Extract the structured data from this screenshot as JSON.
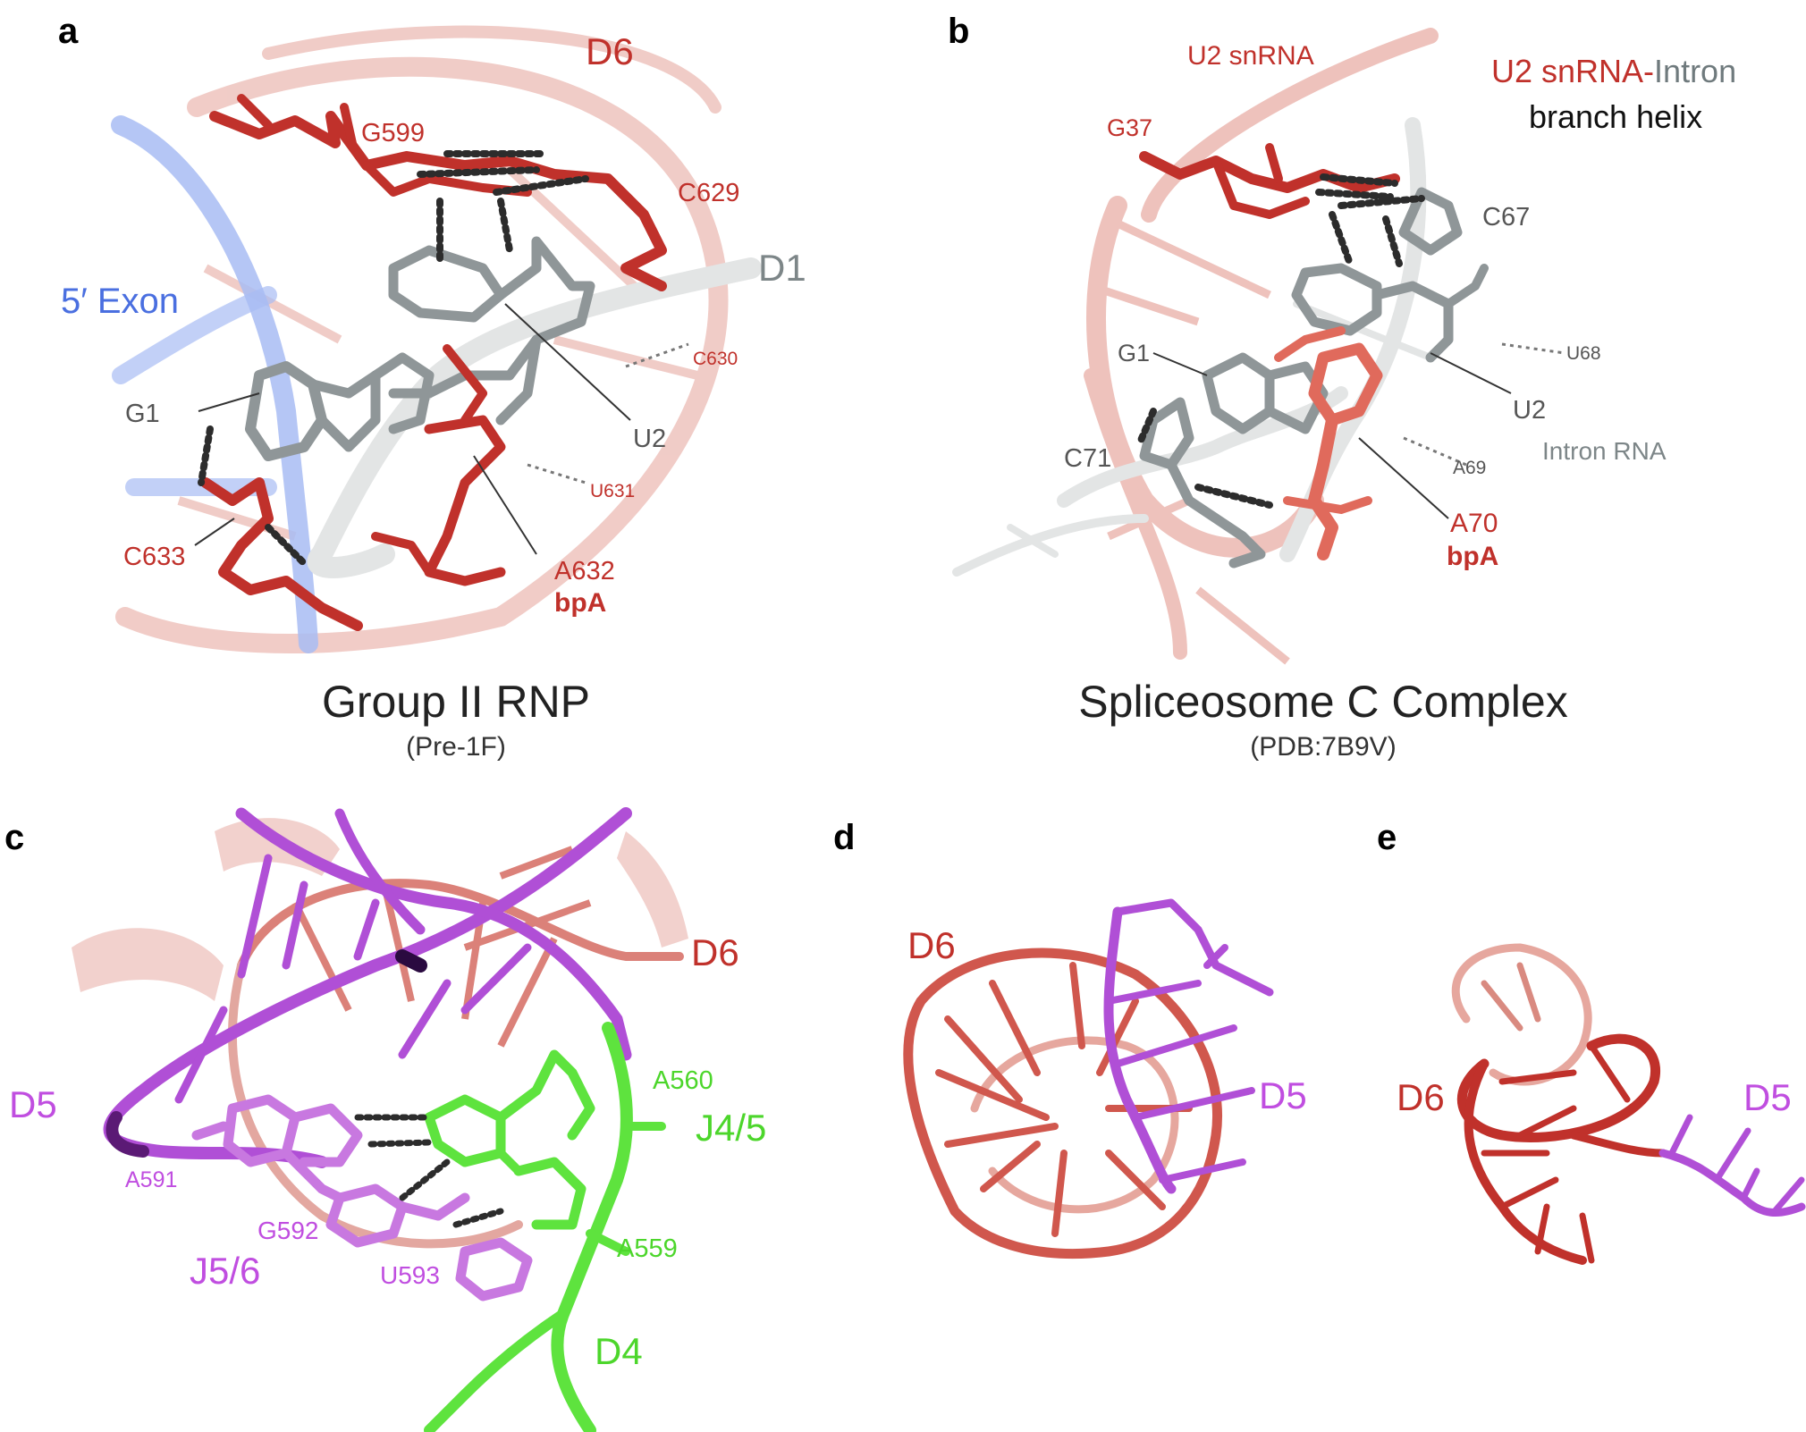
{
  "colors": {
    "red": "#c0312b",
    "red_light": "#e39a90",
    "grey": "#6f7a7d",
    "grey_light": "#e3e5e5",
    "blue": "#5b7fe0",
    "blue_light": "#a8bcf3",
    "purple": "#b04fd6",
    "purple_dark": "#5b1a75",
    "green": "#5ee33e",
    "hbond": "#2c2c2c"
  },
  "panel_a": {
    "letter": "a",
    "caption": "Group II RNP",
    "subcaption": "(Pre-1F)",
    "labels": {
      "d6": "D6",
      "g599": "G599",
      "c629": "C629",
      "d1": "D1",
      "exon": "5′ Exon",
      "c630": "C630",
      "g1": "G1",
      "u2": "U2",
      "u631": "U631",
      "c633": "C633",
      "a632": "A632",
      "bpa": "bpA"
    }
  },
  "panel_b": {
    "letter": "b",
    "caption": "Spliceosome C Complex",
    "subcaption": "(PDB:7B9V)",
    "labels": {
      "u2_snrna": "U2 snRNA",
      "helix_red": "U2 snRNA-",
      "helix_grey": "Intron",
      "branch_helix": "branch helix",
      "g37": "G37",
      "c67": "C67",
      "g1": "G1",
      "u68": "U68",
      "u2": "U2",
      "intron_rna": "Intron RNA",
      "c71": "C71",
      "a69": "A69",
      "a70": "A70",
      "bpa": "bpA"
    }
  },
  "panel_c": {
    "letter": "c",
    "labels": {
      "d6": "D6",
      "d5": "D5",
      "a560": "A560",
      "j45": "J4/5",
      "a591": "A591",
      "g592": "G592",
      "j56": "J5/6",
      "u593": "U593",
      "a559": "A559",
      "d4": "D4"
    }
  },
  "panel_d": {
    "letter": "d",
    "labels": {
      "d6": "D6",
      "d5": "D5"
    }
  },
  "panel_e": {
    "letter": "e",
    "labels": {
      "d6": "D6",
      "d5": "D5"
    }
  }
}
